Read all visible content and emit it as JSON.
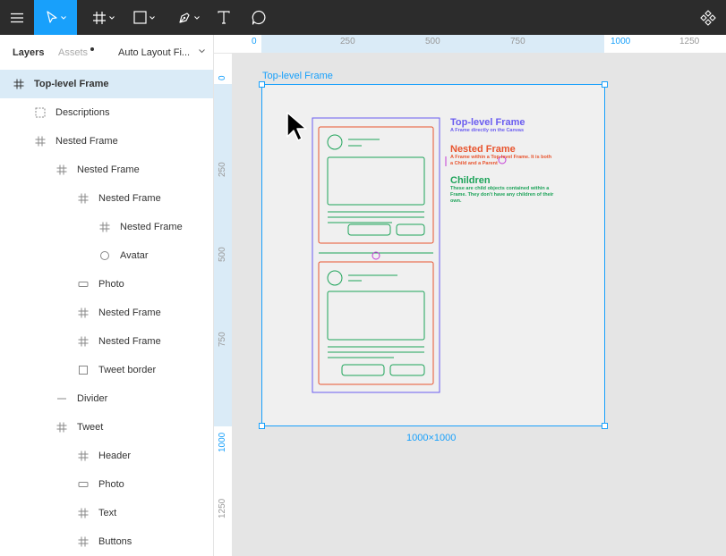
{
  "toolbar": {
    "menu": "hamburger-menu-icon",
    "tools": [
      "move-tool",
      "frame-tool",
      "shape-tool",
      "pen-tool",
      "text-tool",
      "comment-tool"
    ],
    "components": "components-icon",
    "accent": "#18a0fb"
  },
  "sidebar": {
    "tab_layers": "Layers",
    "tab_assets": "Assets",
    "page_select": "Auto Layout Fi...",
    "layers": [
      {
        "label": "Top-level Frame",
        "icon": "frame-icon",
        "selected": true
      },
      {
        "label": "Descriptions",
        "icon": "group-icon"
      },
      {
        "label": "Nested Frame",
        "icon": "frame-icon"
      },
      {
        "label": "Nested Frame",
        "icon": "frame-icon"
      },
      {
        "label": "Nested Frame",
        "icon": "frame-icon"
      },
      {
        "label": "Nested Frame",
        "icon": "frame-icon"
      },
      {
        "label": "Avatar",
        "icon": "ellipse-icon"
      },
      {
        "label": "Photo",
        "icon": "rectangle-icon"
      },
      {
        "label": "Nested Frame",
        "icon": "frame-icon"
      },
      {
        "label": "Nested Frame",
        "icon": "frame-icon"
      },
      {
        "label": "Tweet border",
        "icon": "square-icon"
      },
      {
        "label": "Divider",
        "icon": "line-icon"
      },
      {
        "label": "Tweet",
        "icon": "frame-icon"
      },
      {
        "label": "Header",
        "icon": "frame-icon"
      },
      {
        "label": "Photo",
        "icon": "rectangle-icon"
      },
      {
        "label": "Text",
        "icon": "frame-icon"
      },
      {
        "label": "Buttons",
        "icon": "frame-icon"
      }
    ]
  },
  "ruler": {
    "top": [
      "0",
      "250",
      "500",
      "750",
      "1000",
      "1250"
    ],
    "left": [
      "0",
      "250",
      "500",
      "750",
      "1000",
      "1250"
    ]
  },
  "canvas": {
    "frame_label": "Top-level Frame",
    "dimensions": "1000×1000",
    "legend": {
      "top_title": "Top-level Frame",
      "top_text": "A Frame directly on the Canvas",
      "nested_title": "Nested Frame",
      "nested_text_1": "A Frame within a Top-level Frame. It is both",
      "nested_text_2": "a Child and a Parent",
      "children_title": "Children",
      "children_text_1": "These are child objects  contained within a",
      "children_text_2": "Frame. They don't have any children of their",
      "children_text_3": "own."
    },
    "colors": {
      "top": "#6a5cf0",
      "nested": "#e8542e",
      "children": "#1da359",
      "selection": "#18a0fb",
      "magenta": "#c33bd6"
    }
  }
}
